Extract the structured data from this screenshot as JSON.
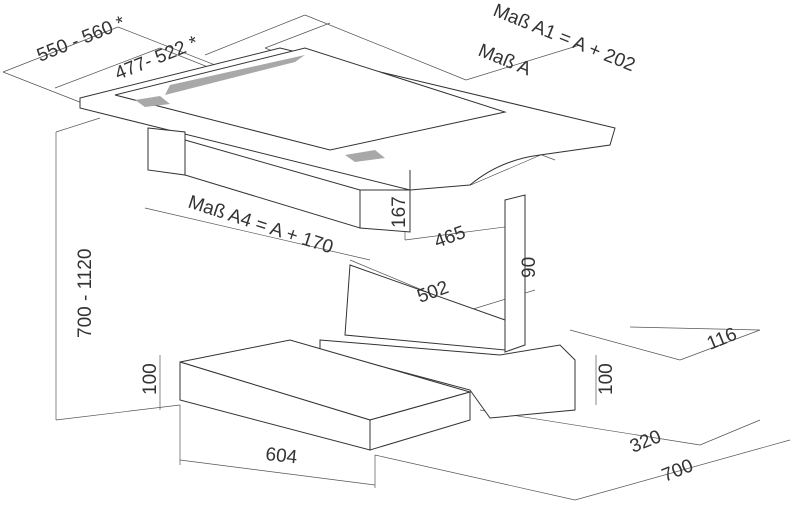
{
  "labels": {
    "outer_depth": "550 - 560 *",
    "cutout_depth": "477- 522 *",
    "width_a1": "Maß A1 = A + 202",
    "width_a": "Maß A",
    "width_a4": "Maß A4 = A + 170",
    "height_167": "167",
    "depth_465": "465",
    "width_90": "90",
    "depth_502": "502",
    "height_range": "700 - 1120",
    "offset_116": "116",
    "base_height_left": "100",
    "base_height_right": "100",
    "depth_320": "320",
    "width_604": "604",
    "depth_700": "700"
  },
  "colors": {
    "line": "#333333",
    "slot": "#a8a8a8"
  }
}
